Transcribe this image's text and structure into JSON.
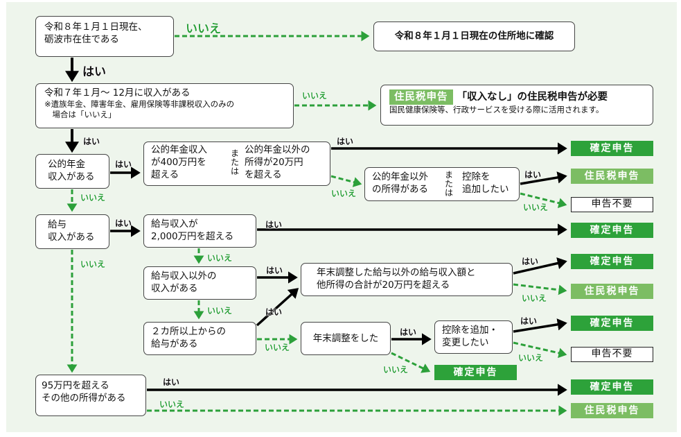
{
  "colors": {
    "background": "#eef5ec",
    "kakutei_green": "#2da23a",
    "jumin_green": "#7cbd63",
    "no_dashed_green": "#2ca03a",
    "yes_arrow": "#000000"
  },
  "labels": {
    "yes": "はい",
    "no": "いいえ",
    "or": "または"
  },
  "results": {
    "kakutei": "確定申告",
    "jumin": "住民税申告",
    "fuyou": "申告不要"
  },
  "nodes": {
    "residence": {
      "lines": [
        "令和８年１月１日現在、",
        "砺波市在住である"
      ]
    },
    "residence_no": {
      "lines": [
        "令和８年１月１日現在の住所地に確認"
      ]
    },
    "income": {
      "lines": [
        "令和７年１月～ 12月に収入がある"
      ],
      "notes": [
        "※遺族年金、障害年金、雇用保険等非課税収入のみの",
        "　場合は「いいえ」"
      ]
    },
    "no_income": {
      "badge": "住民税申告",
      "title": "「収入なし」の住民税申告が必要",
      "note": "国民健康保険等、行政サービスを受ける際に活用されます。"
    },
    "pension": {
      "lines": [
        "公的年金",
        "収入がある"
      ]
    },
    "pension_over": {
      "left": [
        "公的年金収入",
        "が400万円を",
        "超える"
      ],
      "right": [
        "公的年金以外の",
        "所得が20万円",
        "を超える"
      ]
    },
    "pension_other": {
      "left": [
        "公的年金以外",
        "の所得がある"
      ],
      "right": [
        "控除を",
        "追加したい"
      ]
    },
    "salary": {
      "lines": [
        "給与",
        "収入がある"
      ]
    },
    "salary_over": {
      "lines": [
        "給与収入が",
        "2,000万円を超える"
      ]
    },
    "salary_other": {
      "lines": [
        "給与収入以外の",
        "収入がある"
      ]
    },
    "salary_other_sum": {
      "lines": [
        "年末調整した給与以外の給与収入額と",
        "他所得の合計が20万円を超える"
      ]
    },
    "multi_salary": {
      "lines": [
        "２カ所以上からの",
        "給与がある"
      ]
    },
    "year_end": {
      "lines": [
        "年末調整をした"
      ]
    },
    "deduction": {
      "lines": [
        "控除を追加・",
        "変更したい"
      ]
    },
    "other_income": {
      "lines": [
        "95万円を超える",
        "その他の所得がある"
      ]
    }
  }
}
